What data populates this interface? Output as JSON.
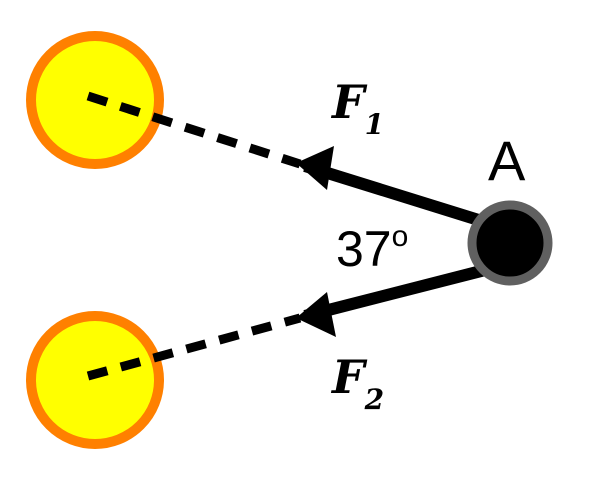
{
  "diagram": {
    "colors": {
      "sphere_fill": "#ffff00",
      "sphere_stroke": "#ff8000",
      "point_fill": "#000000",
      "point_stroke": "#606060",
      "line": "#000000"
    },
    "point": {
      "label": "A"
    },
    "forces": [
      {
        "symbol": "F",
        "subscript": "1"
      },
      {
        "symbol": "F",
        "subscript": "2"
      }
    ],
    "angle": {
      "value": "37",
      "unit": "o"
    }
  }
}
